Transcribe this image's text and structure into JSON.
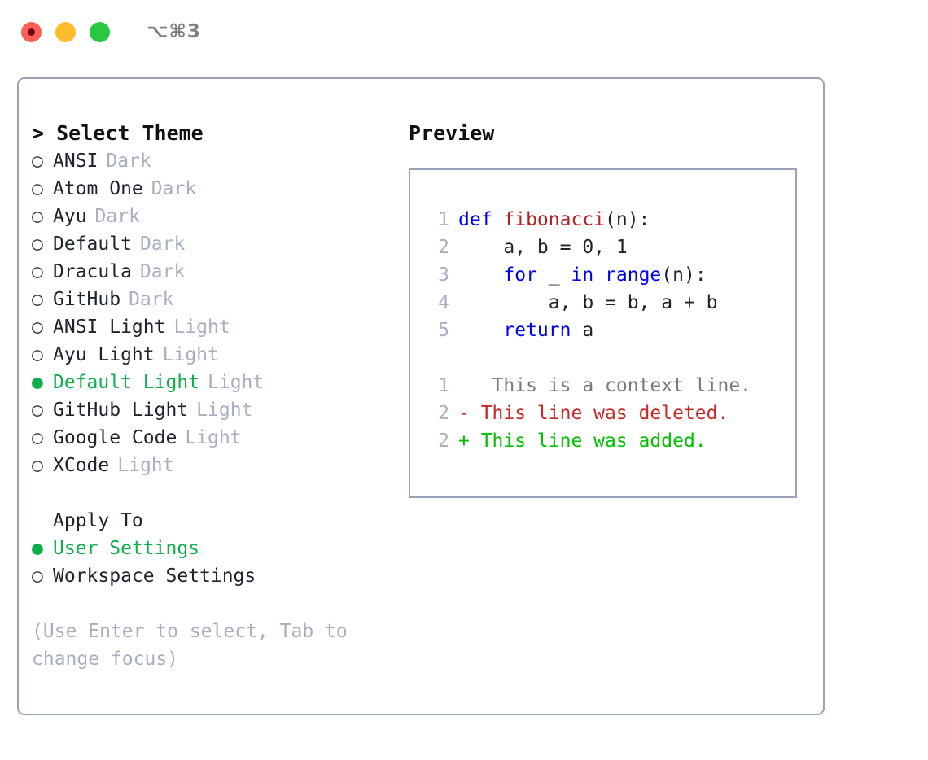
{
  "titlebar": {
    "shortcut": "⌥⌘3",
    "buttons": [
      {
        "name": "close",
        "color": "#ff5f57"
      },
      {
        "name": "minimize",
        "color": "#ffbd2e"
      },
      {
        "name": "maximize",
        "color": "#28c840"
      }
    ]
  },
  "theme_picker": {
    "header": "> Select Theme",
    "bullet_selected": "●",
    "bullet_unselected": "○",
    "items": [
      {
        "name": "ANSI",
        "variant": "Dark",
        "selected": false
      },
      {
        "name": "Atom One",
        "variant": "Dark",
        "selected": false
      },
      {
        "name": "Ayu",
        "variant": "Dark",
        "selected": false
      },
      {
        "name": "Default",
        "variant": "Dark",
        "selected": false
      },
      {
        "name": "Dracula",
        "variant": "Dark",
        "selected": false
      },
      {
        "name": "GitHub",
        "variant": "Dark",
        "selected": false
      },
      {
        "name": "ANSI Light",
        "variant": "Light",
        "selected": false
      },
      {
        "name": "Ayu Light",
        "variant": "Light",
        "selected": false
      },
      {
        "name": "Default Light",
        "variant": "Light",
        "selected": true
      },
      {
        "name": "GitHub Light",
        "variant": "Light",
        "selected": false
      },
      {
        "name": "Google Code",
        "variant": "Light",
        "selected": false
      },
      {
        "name": "XCode",
        "variant": "Light",
        "selected": false
      }
    ]
  },
  "apply_to": {
    "label": "Apply To",
    "options": [
      {
        "label": "User Settings",
        "selected": true
      },
      {
        "label": "Workspace Settings",
        "selected": false
      }
    ]
  },
  "hint": "(Use Enter to select, Tab to change focus)",
  "preview": {
    "title": "Preview",
    "code_lines": [
      {
        "no": "1",
        "tokens": [
          {
            "t": "def ",
            "c": "kw"
          },
          {
            "t": "fibonacci",
            "c": "fn"
          },
          {
            "t": "(n):",
            "c": "plain"
          }
        ]
      },
      {
        "no": "2",
        "tokens": [
          {
            "t": "    a, b = 0, 1",
            "c": "plain"
          }
        ]
      },
      {
        "no": "3",
        "tokens": [
          {
            "t": "    ",
            "c": "plain"
          },
          {
            "t": "for",
            "c": "kw"
          },
          {
            "t": " _ ",
            "c": "plain"
          },
          {
            "t": "in",
            "c": "kw"
          },
          {
            "t": " ",
            "c": "plain"
          },
          {
            "t": "range",
            "c": "kw"
          },
          {
            "t": "(n):",
            "c": "plain"
          }
        ]
      },
      {
        "no": "4",
        "tokens": [
          {
            "t": "        a, b = b, a + b",
            "c": "plain"
          }
        ]
      },
      {
        "no": "5",
        "tokens": [
          {
            "t": "    ",
            "c": "plain"
          },
          {
            "t": "return",
            "c": "kw"
          },
          {
            "t": " a",
            "c": "plain"
          }
        ]
      }
    ],
    "diff_lines": [
      {
        "no": "1",
        "marker": " ",
        "text": "  This is a context line.",
        "kind": "context"
      },
      {
        "no": "2",
        "marker": "-",
        "text": " This line was deleted.",
        "kind": "del"
      },
      {
        "no": "2",
        "marker": "+",
        "text": " This line was added.",
        "kind": "add"
      }
    ]
  },
  "colors": {
    "accent_green": "#0daf4a",
    "diff_add": "#00c000",
    "diff_del": "#c62828",
    "keyword_blue": "#0000ee",
    "function_red": "#b22222",
    "muted": "#a8b0bf",
    "border": "#9aa3b5"
  }
}
